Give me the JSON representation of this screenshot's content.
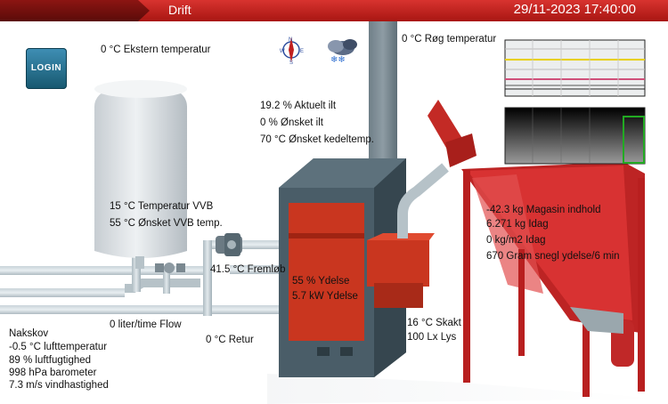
{
  "header": {
    "title": "Drift",
    "datetime": "29/11-2023 17:40:00"
  },
  "login_label": "LOGIN",
  "readings": {
    "ekstern": "0 °C Ekstern temperatur",
    "roeg": "0 °C Røg temperatur",
    "aktuelt_ilt": "19.2 % Aktuelt ilt",
    "onsket_ilt": "0 % Ønsket ilt",
    "onsket_kedel": "70 °C Ønsket kedeltemp.",
    "temp_vvb": "15 °C Temperatur VVB",
    "onsket_vvb": "55 °C Ønsket VVB temp.",
    "fremlob": "41.5 °C Fremløb",
    "ydelse_pct": "55 % Ydelse",
    "ydelse_kw": "5.7 kW Ydelse",
    "flow": "0 liter/time Flow",
    "retur": "0 °C Retur",
    "skakt": "16 °C Skakt",
    "lys": "100 Lx Lys",
    "magasin": "-42.3 kg Magasin indhold",
    "idag_kg": "6.271 kg Idag",
    "idag_m2": "0 kg/m2 Idag",
    "snegl": "670 Gram snegl ydelse/6 min"
  },
  "weather": {
    "location": "Nakskov",
    "temp": "-0.5 °C lufttemperatur",
    "humidity": "89 % luftfugtighed",
    "pressure": "998 hPa barometer",
    "wind": "7.3 m/s vindhastighed"
  },
  "icons": {
    "compass": "compass-icon",
    "weather": "cloud-snow-icon"
  },
  "colors": {
    "header_red": "#c0201c",
    "boiler_gray": "#4a5d68",
    "boiler_red": "#c9361f",
    "silo_red": "#d02828",
    "chart_yellow": "#e8d000",
    "chart_pink": "#d0507a",
    "chart_green": "#22aa22"
  }
}
